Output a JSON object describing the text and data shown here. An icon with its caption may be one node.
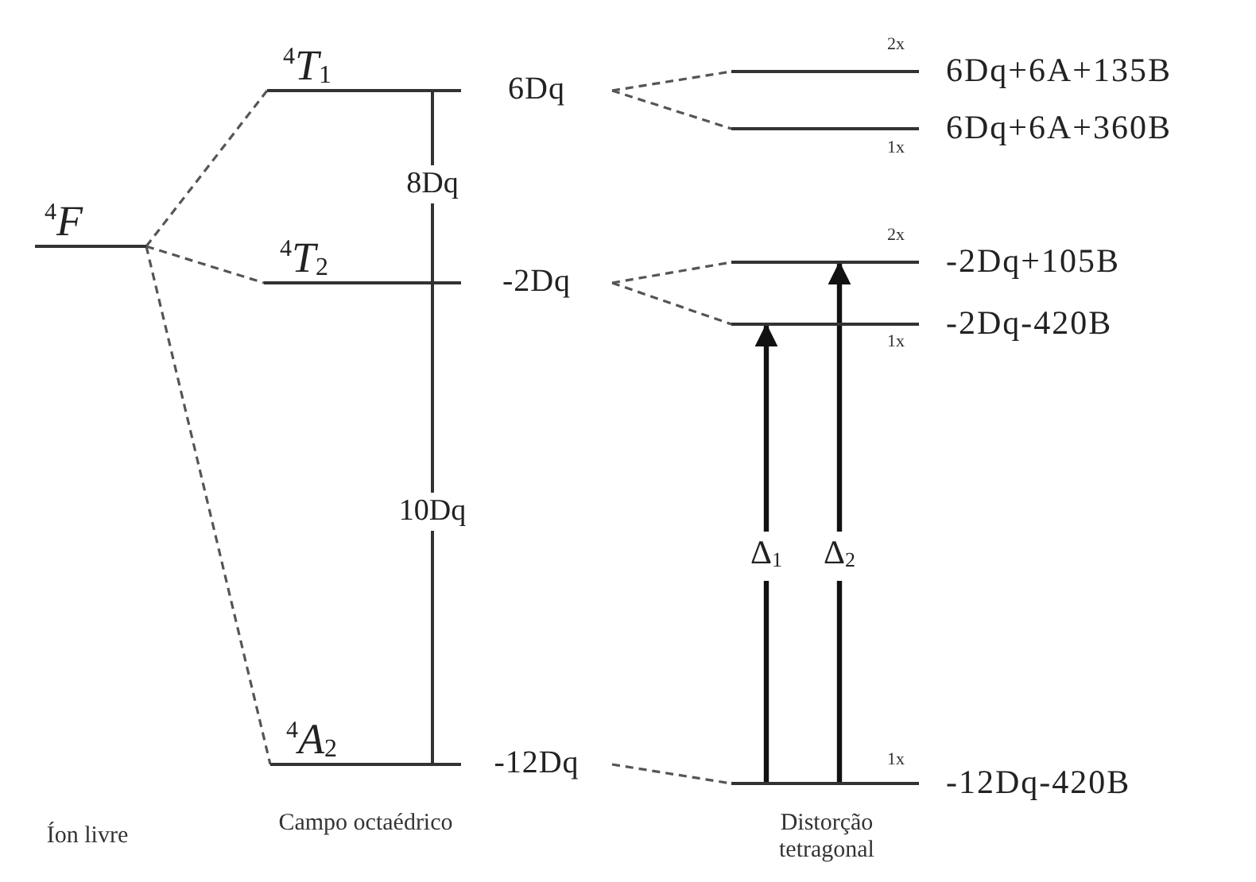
{
  "diagram": {
    "nodes": [
      {
        "text": [
          "$^{4}$*F*"
        ]
      },
      {
        "text": [
          "$^{4}$*T*$_{1}$"
        ],
        "beside": [
          "6Dq"
        ]
      },
      {
        "text": [
          "$^{4}$*T*$_{2}$"
        ],
        "beside": [
          "-2Dq"
        ]
      },
      {
        "text": [
          "$^{4}$*A*$_{2}$"
        ],
        "beside": [
          "-12Dq"
        ]
      },
      {
        "text": [],
        "shape": "bar",
        "beside": [
          "2x",
          "6Dq+6A+135B"
        ]
      },
      {
        "text": [],
        "shape": "bar",
        "beside": [
          "1x",
          "6Dq+6A+360B"
        ]
      },
      {
        "text": [],
        "shape": "bar",
        "beside": [
          "2x",
          "-2Dq+105B"
        ]
      },
      {
        "text": [],
        "shape": "bar",
        "beside": [
          "1x",
          "-2Dq-420B"
        ]
      },
      {
        "text": [],
        "shape": "bar",
        "beside": [
          "1x",
          "-12Dq-420B"
        ]
      }
    ],
    "edges": [
      {
        "from": 0,
        "to": 1,
        "arrow": "none",
        "style": "dashed"
      },
      {
        "from": 0,
        "to": 2,
        "arrow": "none",
        "style": "dashed"
      },
      {
        "from": 0,
        "to": 3,
        "arrow": "none",
        "style": "dashed"
      },
      {
        "from": 1,
        "to": 4,
        "arrow": "none",
        "style": "dashed"
      },
      {
        "from": 1,
        "to": 5,
        "arrow": "none",
        "style": "dashed"
      },
      {
        "from": 2,
        "to": 6,
        "arrow": "none",
        "style": "dashed"
      },
      {
        "from": 2,
        "to": 7,
        "arrow": "none",
        "style": "dashed"
      },
      {
        "from": 3,
        "to": 8,
        "arrow": "none",
        "style": "dashed"
      },
      {
        "from": 8,
        "to": 7,
        "arrow": "to",
        "style": "thick",
        "label": "Δ$_{1}$"
      },
      {
        "from": 8,
        "to": 6,
        "arrow": "to",
        "style": "thick",
        "label": "Δ$_{2}$"
      }
    ],
    "labels": [
      "8Dq",
      "10Dq",
      "Íon livre",
      "Campo octaédrico",
      "Distorção tetragonal"
    ]
  }
}
